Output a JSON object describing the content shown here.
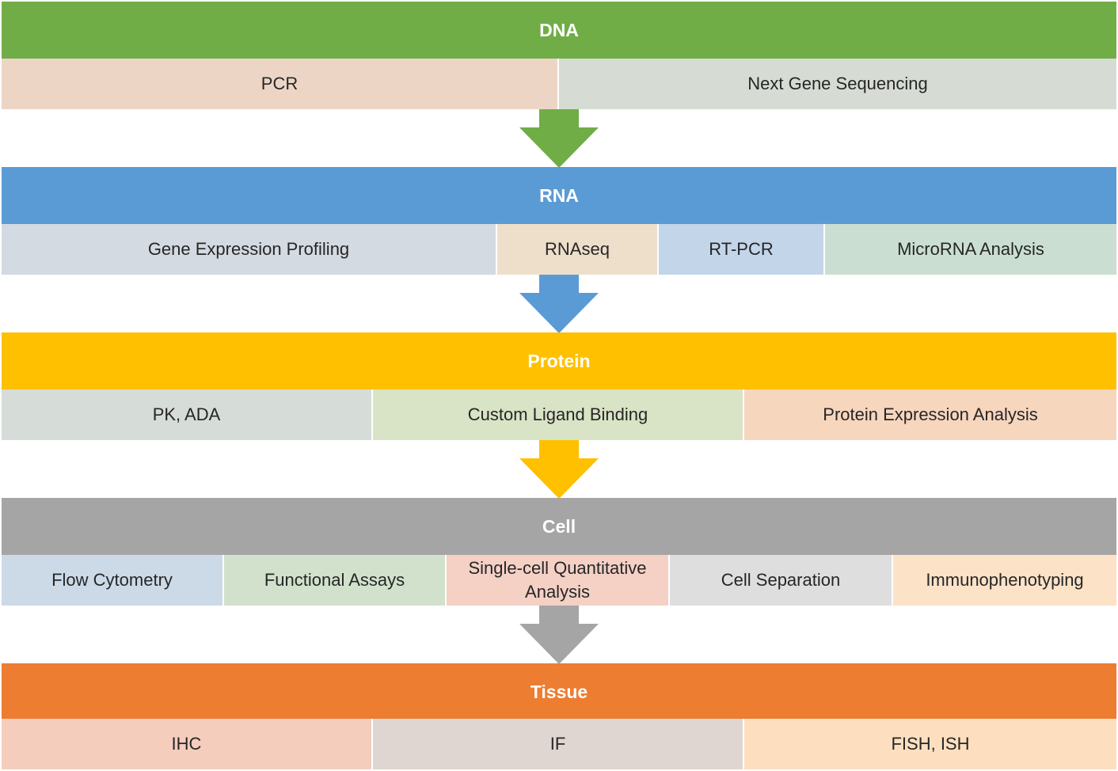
{
  "levels": [
    {
      "title": "DNA",
      "color": "#70AD47",
      "items": [
        {
          "label": "PCR",
          "color": "#EDD5C5"
        },
        {
          "label": "Next Gene Sequencing",
          "color": "#D6DCD3"
        }
      ]
    },
    {
      "title": "RNA",
      "color": "#5B9BD5",
      "items": [
        {
          "label": "Gene Expression Profiling",
          "color": "#D4DAE1"
        },
        {
          "label": "RNAseq",
          "color": "#EEDFCB"
        },
        {
          "label": "RT-PCR",
          "color": "#C3D5E9"
        },
        {
          "label": "MicroRNA Analysis",
          "color": "#CADFD2"
        }
      ]
    },
    {
      "title": "Protein",
      "color": "#FFC000",
      "items": [
        {
          "label": "PK, ADA",
          "color": "#D6DCD7"
        },
        {
          "label": "Custom Ligand Binding",
          "color": "#D9E3C5"
        },
        {
          "label": "Protein Expression Analysis",
          "color": "#F7D6BE"
        }
      ]
    },
    {
      "title": "Cell",
      "color": "#A5A5A5",
      "items": [
        {
          "label": "Flow Cytometry",
          "color": "#CCDAE8"
        },
        {
          "label": "Functional Assays",
          "color": "#D1E1CB"
        },
        {
          "label": "Single-cell Quantitative Analysis",
          "color": "#F4D0C5"
        },
        {
          "label": "Cell Separation",
          "color": "#DEDEDE"
        },
        {
          "label": "Immunophenotyping",
          "color": "#FCE2C7"
        }
      ]
    },
    {
      "title": "Tissue",
      "color": "#ED7D31",
      "items": [
        {
          "label": "IHC",
          "color": "#F5CDBD"
        },
        {
          "label": "IF",
          "color": "#E0D6D1"
        },
        {
          "label": "FISH, ISH",
          "color": "#FDDFC0"
        }
      ]
    }
  ]
}
